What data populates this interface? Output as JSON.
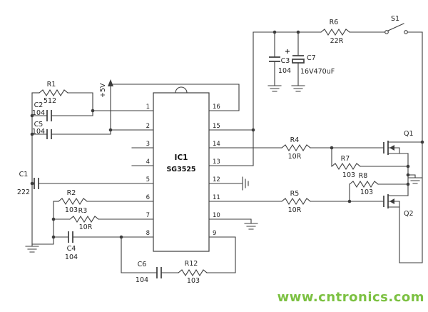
{
  "watermark": {
    "text": "www.cntronics.com"
  },
  "colors": {
    "watermark": "#7CC142"
  },
  "power_label": "+5V",
  "polarity_mark": "+",
  "ic": {
    "ref": "IC1",
    "part": "SG3525",
    "left_pins": [
      "1",
      "2",
      "3",
      "4",
      "5",
      "6",
      "7",
      "8"
    ],
    "right_pins": [
      "16",
      "15",
      "14",
      "13",
      "12",
      "11",
      "10",
      "9"
    ]
  },
  "components": {
    "r1": {
      "ref": "R1",
      "value": "512"
    },
    "r2": {
      "ref": "R2",
      "value": "103"
    },
    "r3": {
      "ref": "R3",
      "value": "10R"
    },
    "r4": {
      "ref": "R4",
      "value": "10R"
    },
    "r5": {
      "ref": "R5",
      "value": "10R"
    },
    "r6": {
      "ref": "R6",
      "value": "22R"
    },
    "r7": {
      "ref": "R7",
      "value": "103"
    },
    "r8": {
      "ref": "R8",
      "value": "103"
    },
    "r12": {
      "ref": "R12",
      "value": "103"
    },
    "c1": {
      "ref": "C1",
      "value": "222"
    },
    "c2": {
      "ref": "C2",
      "value": "104"
    },
    "c3": {
      "ref": "C3",
      "value": "104"
    },
    "c4": {
      "ref": "C4",
      "value": "104"
    },
    "c5": {
      "ref": "C5",
      "value": "104"
    },
    "c6": {
      "ref": "C6",
      "value": "104"
    },
    "c7": {
      "ref": "C7",
      "value": "16V470uF"
    },
    "q1": {
      "ref": "Q1"
    },
    "q2": {
      "ref": "Q2"
    },
    "s1": {
      "ref": "S1"
    }
  }
}
